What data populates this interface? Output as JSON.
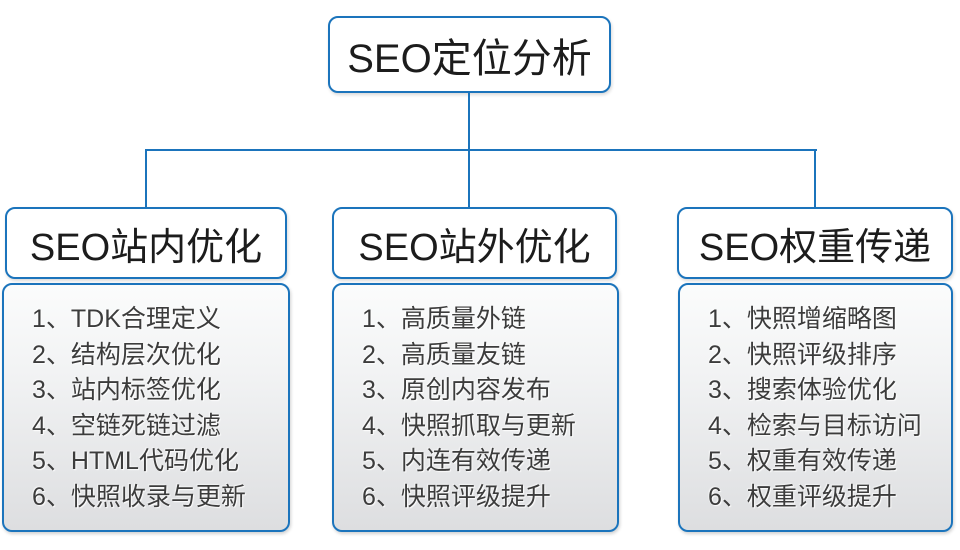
{
  "accent_color": "#1b74bc",
  "panel_gradient_top": "#fbfcfc",
  "panel_gradient_bottom": "#dddee0",
  "root": {
    "title": "SEO定位分析"
  },
  "columns": [
    {
      "title": "SEO站内优化",
      "items": [
        "1、TDK合理定义",
        "2、结构层次优化",
        "3、站内标签优化",
        "4、空链死链过滤",
        "5、HTML代码优化",
        "6、快照收录与更新"
      ]
    },
    {
      "title": "SEO站外优化",
      "items": [
        "1、高质量外链",
        "2、高质量友链",
        "3、原创内容发布",
        "4、快照抓取与更新",
        "5、内连有效传递",
        "6、快照评级提升"
      ]
    },
    {
      "title": "SEO权重传递",
      "items": [
        "1、快照增缩略图",
        "2、快照评级排序",
        "3、搜索体验优化",
        "4、检索与目标访问",
        "5、权重有效传递",
        "6、权重评级提升"
      ]
    }
  ]
}
